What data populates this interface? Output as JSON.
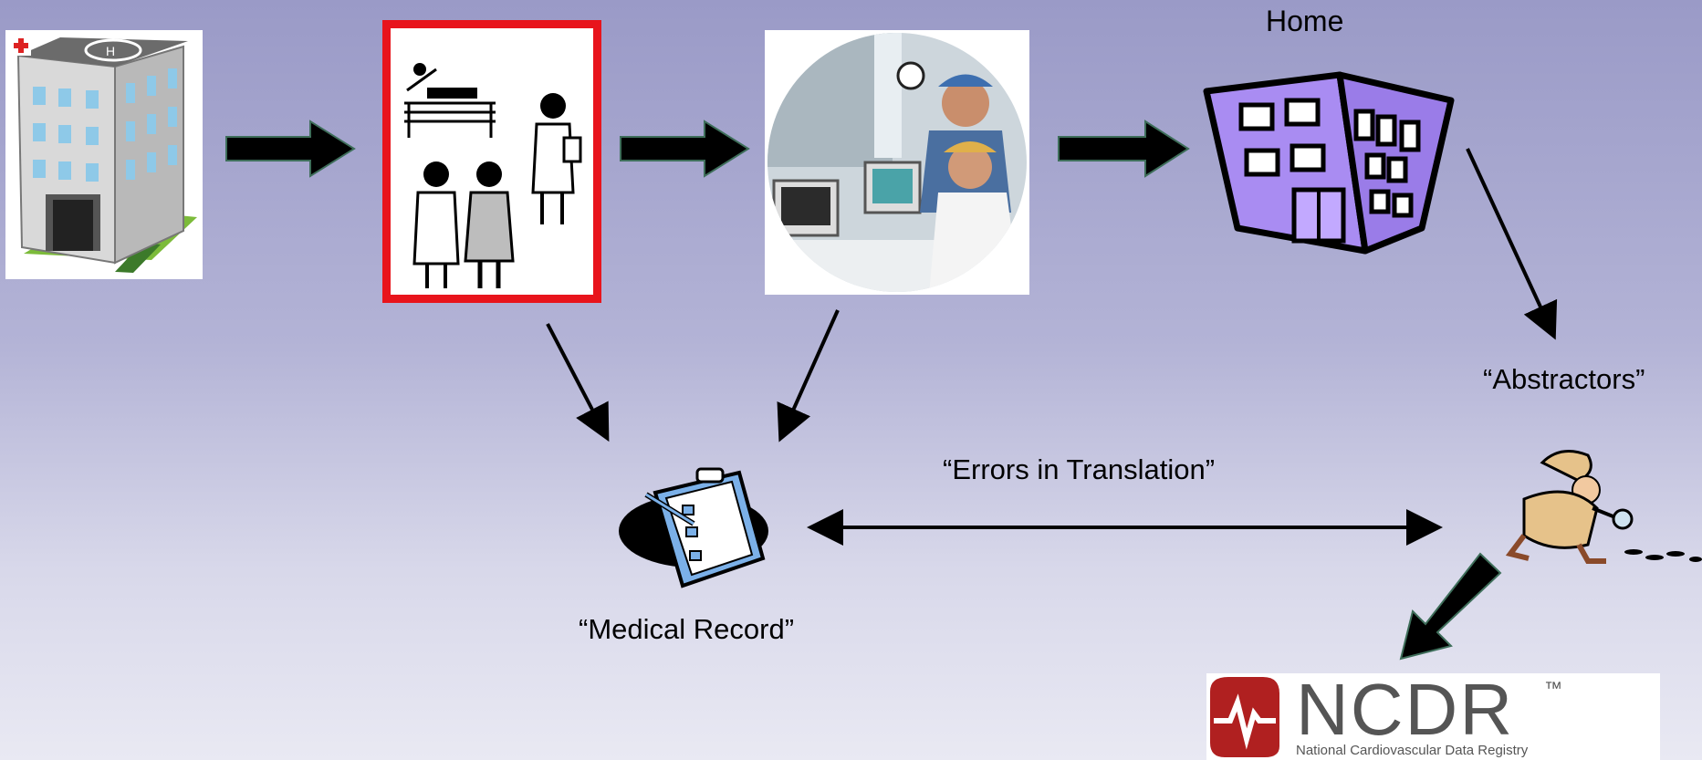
{
  "labels": {
    "home": "Home",
    "abstractors": "“Abstractors”",
    "errors": "“Errors in Translation”",
    "medical_record": "“Medical Record”"
  },
  "logo": {
    "wordmark": "NCDR",
    "trademark": "™",
    "subtitle": "National Cardiovascular Data Registry",
    "brand_color": "#b02020"
  },
  "colors": {
    "frame_red": "#e8141c",
    "building_purple": "#a98cf2",
    "arrow_stroke": "#3e6e5a"
  },
  "icons": [
    "hospital-icon",
    "care-team-icon",
    "monitoring-photo-icon",
    "home-building-icon",
    "clipboard-icon",
    "detective-icon",
    "ncdr-logo"
  ]
}
